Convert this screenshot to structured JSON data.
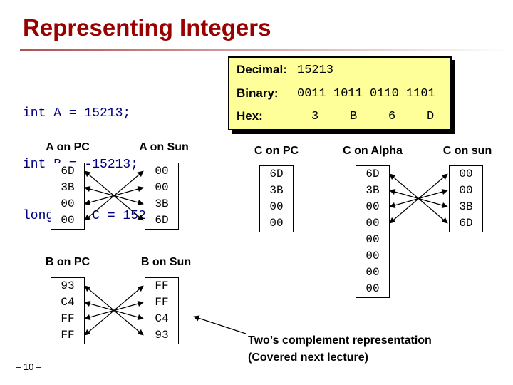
{
  "title": "Representing Integers",
  "code_lines": [
    "int A = 15213;",
    "int B = -15213;",
    "long int C = 15213;"
  ],
  "box": {
    "decimal_label": "Decimal:",
    "decimal_value": "15213",
    "binary_label": "Binary:",
    "binary_value": "0011 1011 0110 1101",
    "hex_label": "Hex:",
    "hex_digits": [
      "3",
      "B",
      "6",
      "D"
    ]
  },
  "columns": {
    "a_pc": {
      "header": "A on PC",
      "bytes": [
        "6D",
        "3B",
        "00",
        "00"
      ]
    },
    "a_sun": {
      "header": "A on Sun",
      "bytes": [
        "00",
        "00",
        "3B",
        "6D"
      ]
    },
    "b_pc": {
      "header": "B on PC",
      "bytes": [
        "93",
        "C4",
        "FF",
        "FF"
      ]
    },
    "b_sun": {
      "header": "B on Sun",
      "bytes": [
        "FF",
        "FF",
        "C4",
        "93"
      ]
    },
    "c_pc": {
      "header": "C on PC",
      "bytes": [
        "6D",
        "3B",
        "00",
        "00"
      ]
    },
    "c_alpha": {
      "header": "C on Alpha",
      "bytes": [
        "6D",
        "3B",
        "00",
        "00",
        "00",
        "00",
        "00",
        "00"
      ]
    },
    "c_sun": {
      "header": "C on sun",
      "bytes": [
        "00",
        "00",
        "3B",
        "6D"
      ]
    }
  },
  "note_lines": [
    "Two’s complement representation",
    "(Covered next lecture)"
  ],
  "page_number": "– 10 –",
  "colors": {
    "title": "#990000",
    "code": "#000080",
    "box_fill": "#ffff99"
  }
}
